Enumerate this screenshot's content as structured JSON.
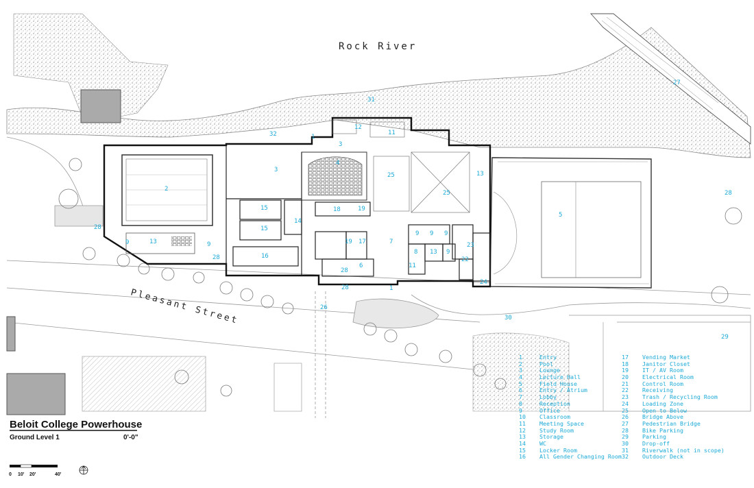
{
  "river_label": "Rock River",
  "street_label": "Pleasant Street",
  "title": "Beloit College Powerhouse",
  "subtitle": "Ground Level 1",
  "scale_note": "0'-0\"",
  "scale_bar": {
    "ticks": [
      "0",
      "10'",
      "20'",
      "40'"
    ],
    "north_icon": "north-arrow"
  },
  "legend": [
    {
      "num": "1",
      "name": "Entry"
    },
    {
      "num": "2",
      "name": "Pool"
    },
    {
      "num": "3",
      "name": "Lounge"
    },
    {
      "num": "4",
      "name": "Lecture Hall"
    },
    {
      "num": "5",
      "name": "Field House"
    },
    {
      "num": "6",
      "name": "Entry / Atrium"
    },
    {
      "num": "7",
      "name": "Lobby"
    },
    {
      "num": "8",
      "name": "Reception"
    },
    {
      "num": "9",
      "name": "Office"
    },
    {
      "num": "10",
      "name": "Classroom"
    },
    {
      "num": "11",
      "name": "Meeting Space"
    },
    {
      "num": "12",
      "name": "Study Room"
    },
    {
      "num": "13",
      "name": "Storage"
    },
    {
      "num": "14",
      "name": "WC"
    },
    {
      "num": "15",
      "name": "Locker Room"
    },
    {
      "num": "16",
      "name": "All Gender Changing Room"
    },
    {
      "num": "17",
      "name": "Vending Market"
    },
    {
      "num": "18",
      "name": "Janitor Closet"
    },
    {
      "num": "19",
      "name": "IT / AV Room"
    },
    {
      "num": "20",
      "name": "Electrical Room"
    },
    {
      "num": "21",
      "name": "Control Room"
    },
    {
      "num": "22",
      "name": "Receiving"
    },
    {
      "num": "23",
      "name": "Trash / Recycling Room"
    },
    {
      "num": "24",
      "name": "Loading Zone"
    },
    {
      "num": "25",
      "name": "Open to Below"
    },
    {
      "num": "26",
      "name": "Bridge Above"
    },
    {
      "num": "27",
      "name": "Pedestrian Bridge"
    },
    {
      "num": "28",
      "name": "Bike Parking"
    },
    {
      "num": "29",
      "name": "Parking"
    },
    {
      "num": "30",
      "name": "Drop-off"
    },
    {
      "num": "31",
      "name": "Riverwalk (not in scope)"
    },
    {
      "num": "32",
      "name": "Outdoor Deck"
    }
  ],
  "plan_labels": {
    "l1a": "1",
    "l1b": "1",
    "l2": "2",
    "l3": "3",
    "l3b": "3",
    "l4": "4",
    "l5": "5",
    "l6": "6",
    "l7": "7",
    "l8": "8",
    "l9a": "9",
    "l9b": "9",
    "l9c": "9",
    "l9d": "9",
    "l9e": "9",
    "l9f": "9",
    "l11a": "11",
    "l11b": "11",
    "l12": "12",
    "l13a": "13",
    "l13b": "13",
    "l13c": "13",
    "l14": "14",
    "l15a": "15",
    "l15b": "15",
    "l16": "16",
    "l17": "17",
    "l18": "18",
    "l19a": "19",
    "l19b": "19",
    "l22": "22",
    "l23": "23",
    "l24": "24",
    "l25a": "25",
    "l25b": "25",
    "l26": "26",
    "l27": "27",
    "l28a": "28",
    "l28b": "28",
    "l28c": "28",
    "l28d": "28",
    "l28e": "28",
    "l29": "29",
    "l30": "30",
    "l31": "31",
    "l32": "32"
  }
}
